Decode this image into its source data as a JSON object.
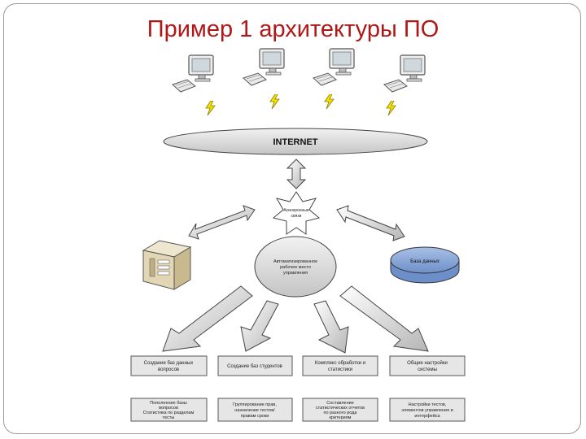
{
  "slide": {
    "title": "Пример 1 архитектуры ПО"
  },
  "internet": {
    "label": "INTERNET"
  },
  "star": {
    "line1": "Асинхронные",
    "line2": "связи"
  },
  "center": {
    "line1": "Автоматизированное",
    "line2": "рабочее место",
    "line3": "управления"
  },
  "database": {
    "label": "База данных"
  },
  "modules_top": [
    {
      "line1": "Создание баз данных",
      "line2": "вопросов"
    },
    {
      "line1": "Создание баз студентов",
      "line2": ""
    },
    {
      "line1": "Комплекс обработки и",
      "line2": "статистики"
    },
    {
      "line1": "Общие настройки",
      "line2": "системы"
    }
  ],
  "modules_bottom": [
    {
      "line1": "Пополнение базы",
      "line2": "вопросов",
      "line3": "Статистика по разделам",
      "line4": "тесты"
    },
    {
      "line1": "Группирование прав,",
      "line2": "назначение тестов/",
      "line3": "правам сроки",
      "line4": ""
    },
    {
      "line1": "Составление",
      "line2": "статистических отчетов",
      "line3": "по разного рода",
      "line4": "критериям"
    },
    {
      "line1": "Настройки тестов,",
      "line2": "элементов управления и",
      "line3": "интерфейса",
      "line4": ""
    }
  ],
  "colors": {
    "title": "#b01717",
    "ellipse_fill": "#d9d9d9",
    "db_fill": "#8ea9d8",
    "lightning": "#f5e000",
    "box_fill": "#e6e6e6"
  },
  "icons": [
    "computer-icon",
    "computer-icon",
    "computer-icon",
    "computer-icon",
    "lightning-icon",
    "server-icon",
    "database-icon"
  ]
}
